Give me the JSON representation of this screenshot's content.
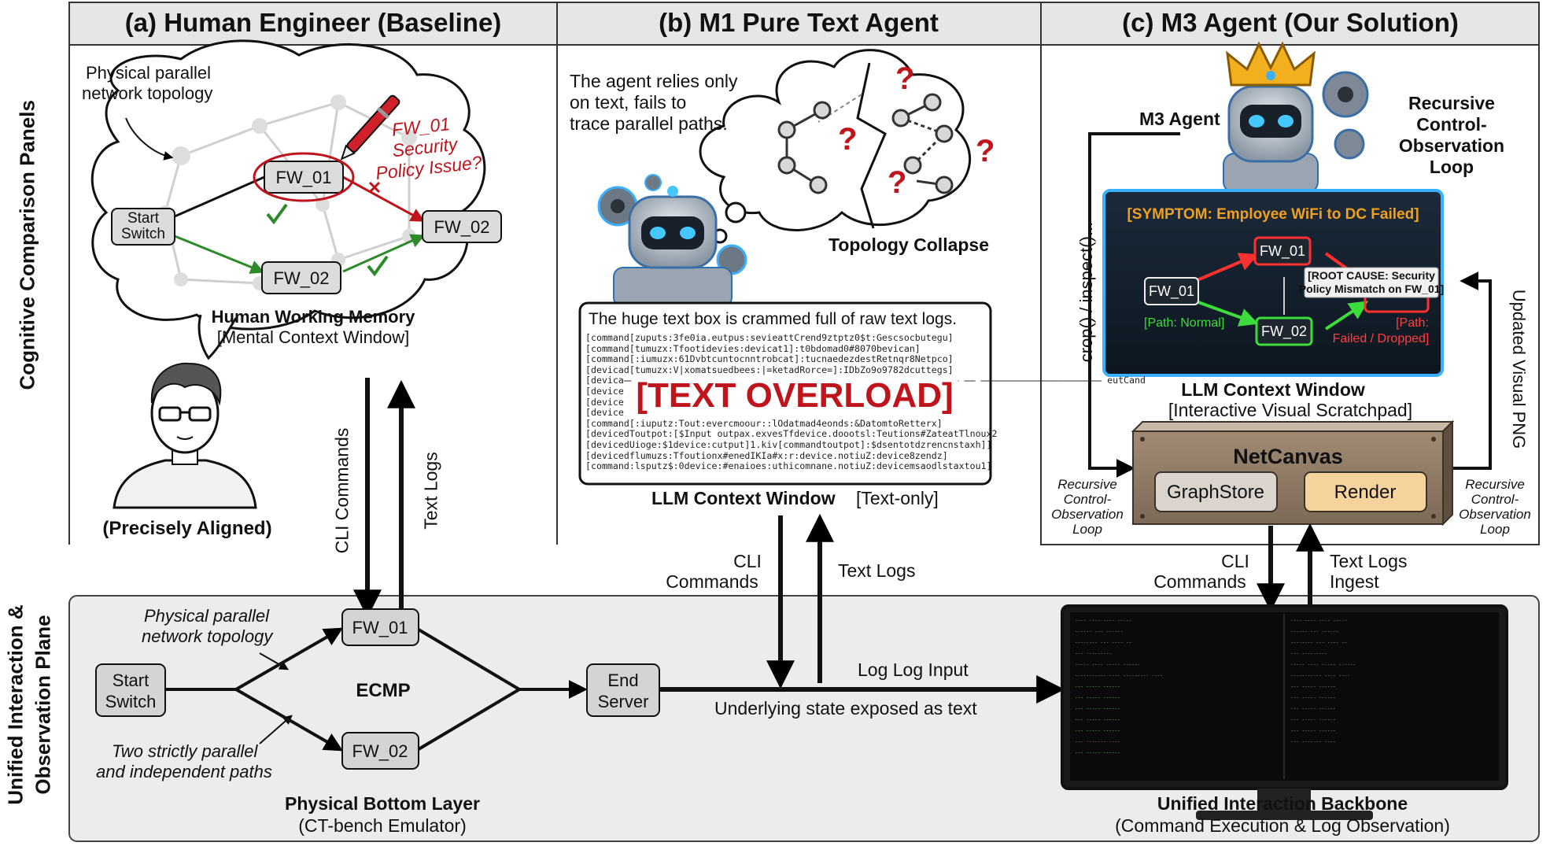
{
  "side_labels": {
    "top": "Cognitive Comparison Panels",
    "bottom_line1": "Unified Interaction &",
    "bottom_line2": "Observation Plane"
  },
  "panel_a": {
    "title": "(a) Human Engineer (Baseline)",
    "topology_label_1": "Physical parallel",
    "topology_label_2": "network topology",
    "nodes": {
      "start_1": "Start",
      "start_2": "Switch",
      "fw01": "FW_01",
      "fw02_right": "FW_02",
      "fw02_bottom": "FW_02"
    },
    "annotation_1": "FW_01",
    "annotation_2": "Security",
    "annotation_3": "Policy Issue?",
    "memory_title": "Human Working Memory",
    "memory_sub": "[Mental Context Window]",
    "aligned": "(Precisely Aligned)"
  },
  "panel_b": {
    "title": "(b) M1 Pure Text Agent",
    "relies_1": "The agent relies only",
    "relies_2": "on text, fails to",
    "relies_3": "trace parallel paths.",
    "collapse": "Topology Collapse",
    "question_mark": "?",
    "crammed": "The huge text box is crammed full of raw text logs.",
    "logs": [
      "[command[zuputs:3fe0ia.eutpus:sevieattCrend9ztptz0$t:Gescsocbutegu]",
      "[command[tumuzx:Tfootidevies:devicat1]:t0bdomad0#8070bevican]",
      "[command[:iumuzx:61Dvbtcuntocnntrobcat]:tucnaedezdestRetnqr8Netpco]",
      "[devicad[tumuzx:V|xomatsuedbees:|=ketadRorce=]:IDbZo9o9782dcuttegs]",
      "[devica̶̶̶̶̶̶̶̶̶̶̶̶̶̶̶̶̶̶̶̶̶̶̶̶̶̶̶̶̶ ̶̶̶̶̶̶̶̶̶̶̶ ̶̶̶̶̶̶̶̶̶̶̶̶̶̶̶̶̶̶̶ ̶̶ ̶̶̶̶̶̶̶̶̶̶̶̶̶̶̶̶̶̶̶̶̶̶ eutCand",
      "[device",
      "[device                                                   [radl]",
      "[device",
      "[command[:iuputz:Tout:evercmoour::lOdatmad4eonds:&DatomtoRetterx]",
      "[devicedToutpot:[$Input outpax.exvesTfdevice.doootsl:Teutions#ZateatTlnoux2",
      "[devicedUioge:$1device:cutput]1.kiv[commandtoutpot]:$dsentotdzrencnstaxh]]",
      "[devicedflumuzs:Tfoutionx#enedIKIa#x:r:device.notiuZ:device8zendz]",
      "[command:lsputz$:0device:#enaioes:uthicomnane.notiuZ:devicemsaodlstaxtou1]"
    ],
    "overload": "[TEXT OVERLOAD]",
    "window_title": "LLM Context Window",
    "window_sub": "[Text-only]"
  },
  "panel_c": {
    "title": "(c) M3 Agent (Our Solution)",
    "agent_label": "M3 Agent",
    "loop_1": "Recursive",
    "loop_2": "Control-",
    "loop_3": "Observation",
    "loop_4": "Loop",
    "symptom": "[SYMPTOM: Employee WiFi to DC Failed]",
    "fw01": "FW_01",
    "fw01_top": "FW_01",
    "fw02": "FW_02",
    "root_cause_1": "[ROOT CAUSE: Security",
    "root_cause_2": "Policy Mismatch on FW_01]",
    "path_normal": "[Path: Normal]",
    "path_failed_1": "[Path:",
    "path_failed_2": "Failed / Dropped]",
    "window_title": "LLM Context Window",
    "window_sub": "[Interactive Visual Scratchpad]",
    "crop": "crop() / inspect()...",
    "updated": "Updated Visual PNG",
    "netcanvas": "NetCanvas",
    "graphstore": "GraphStore",
    "render": "Render",
    "small_loop_1": "Recursive",
    "small_loop_2": "Control-",
    "small_loop_3": "Observation",
    "small_loop_4": "Loop"
  },
  "arrows": {
    "cli_commands": "CLI Commands",
    "text_logs": "Text Logs",
    "cli_b_1": "CLI",
    "cli_b_2": "Commands",
    "text_logs_b": "Text Logs",
    "cli_c_1": "CLI",
    "cli_c_2": "Commands",
    "text_logs_c_1": "Text Logs",
    "text_logs_c_2": "Ingest",
    "log_input": "Log Log Input",
    "state_text": "Underlying state exposed as text"
  },
  "bottom": {
    "topology_1": "Physical parallel",
    "topology_2": "network topology",
    "start_1": "Start",
    "start_2": "Switch",
    "fw01": "FW_01",
    "fw02": "FW_02",
    "ecmp": "ECMP",
    "end_1": "End",
    "end_2": "Server",
    "paths_1": "Two strictly parallel",
    "paths_2": "and independent paths",
    "layer_title": "Physical Bottom Layer",
    "layer_sub": "(CT-bench Emulator)",
    "backbone_title": "Unified Interaction Backbone",
    "backbone_sub": "(Command Execution & Log Observation)"
  },
  "colors": {
    "red": "#c0141c",
    "green": "#2c8a2a",
    "neon_green": "#3bdc3b",
    "neon_red": "#ff3030",
    "symptom_orange": "#f0a020",
    "netcanvas_brown": "#8f7a66",
    "render_orange": "#f6d39c",
    "bottom_bg": "#ececec"
  }
}
